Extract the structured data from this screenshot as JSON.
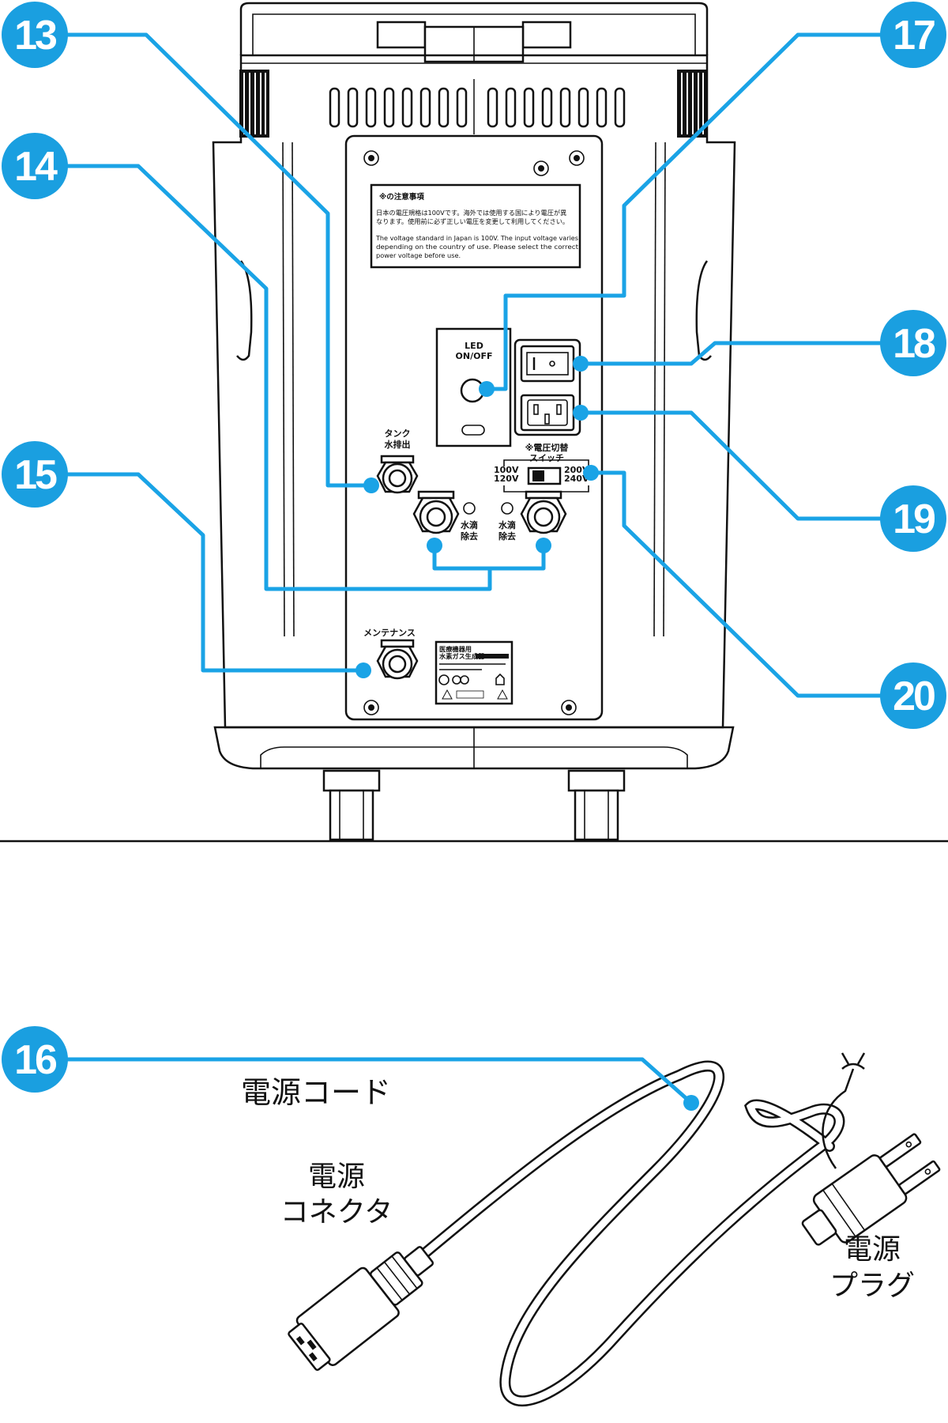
{
  "callouts": [
    {
      "num": "13"
    },
    {
      "num": "14"
    },
    {
      "num": "15"
    },
    {
      "num": "16"
    },
    {
      "num": "17"
    },
    {
      "num": "18"
    },
    {
      "num": "19"
    },
    {
      "num": "20"
    }
  ],
  "colors": {
    "accent": "#1a9fe0",
    "line": "#111111"
  },
  "panel_labels": {
    "caution_title": "※の注意事項",
    "caution_jp_1": "日本の電圧規格は100Vです。海外では使用する国により電圧が異",
    "caution_jp_2": "なります。使用前に必ず正しい電圧を変更して利用してください。",
    "caution_en_1": "The voltage standard in Japan is 100V. The input voltage varies",
    "caution_en_2": "depending on the country of use. Please select the correct",
    "caution_en_3": "power voltage before use.",
    "led_1": "LED",
    "led_2": "ON/OFF",
    "tank_1": "タンク",
    "tank_2": "水排出",
    "drip_1": "水滴",
    "drip_2": "除去",
    "maintenance": "メンテナンス",
    "voltage_switch_1": "※電圧切替",
    "voltage_switch_2": "スイッチ",
    "v100": "100V",
    "v120": "120V",
    "v200": "200V",
    "v240": "240V",
    "plate_1": "医療機器用",
    "plate_2": "水素ガス生成器"
  },
  "cord": {
    "title": "電源コード",
    "connector_1": "電源",
    "connector_2": "コネクタ",
    "plug_1": "電源",
    "plug_2": "プラグ"
  }
}
